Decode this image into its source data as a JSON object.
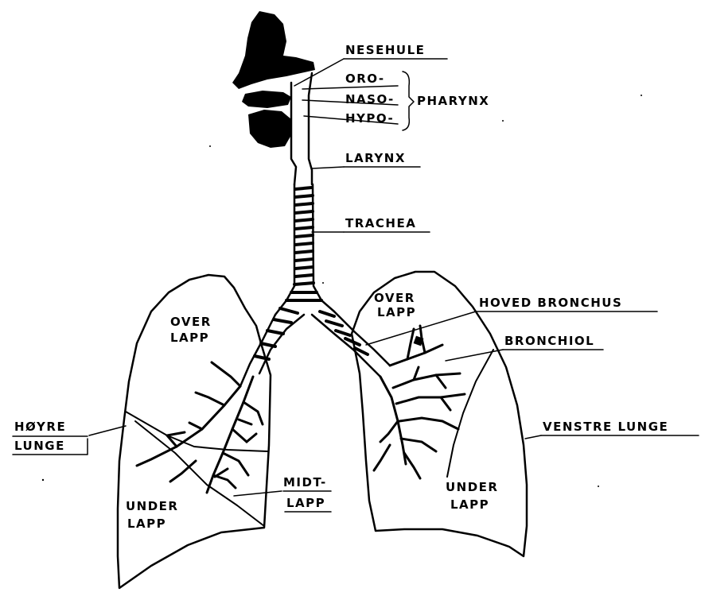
{
  "labels": {
    "nesehule": "NESEHULE",
    "oro": "ORO-",
    "naso": "NASO-",
    "hypo": "HYPO-",
    "pharynx": "PHARYNX",
    "larynx": "LARYNX",
    "trachea": "TRACHEA",
    "hoved_bronchus": "HOVED BRONCHUS",
    "bronchiol": "BRONCHIOL",
    "venstre_lunge": "VENSTRE LUNGE",
    "hoyre_line1": "HØYRE",
    "hoyre_line2": "LUNGE",
    "midt_line1": "MIDT-",
    "midt_line2": "LAPP",
    "right_over_line1": "OVER",
    "right_over_line2": "LAPP",
    "right_under_line1": "UNDER",
    "right_under_line2": "LAPP",
    "left_over_line1": "OVER",
    "left_over_line2": "LAPP",
    "left_under_line1": "UNDER",
    "left_under_line2": "LAPP"
  }
}
